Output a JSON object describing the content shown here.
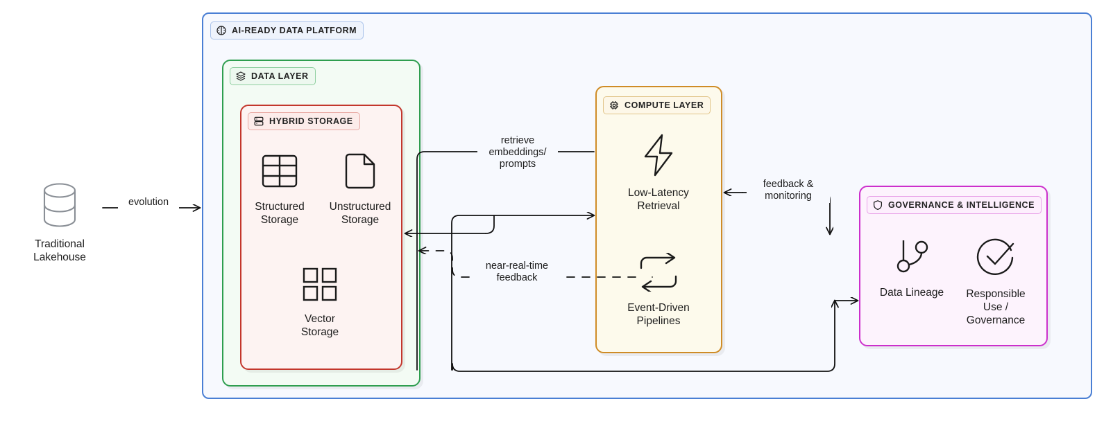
{
  "diagram": {
    "title": "AI-Ready Data Platform architecture",
    "colors": {
      "platform_border": "#4a7fd4",
      "data_layer_border": "#2e9e4f",
      "hybrid_border": "#c3362c",
      "compute_border": "#cf8c26",
      "governance_border": "#cc2fcc",
      "edge_stroke": "#111111"
    }
  },
  "source": {
    "label": "Traditional\nLakehouse",
    "icon": "database-cylinder-icon"
  },
  "platform": {
    "badge_label": "AI-READY DATA PLATFORM",
    "badge_icon": "brain-icon"
  },
  "data_layer": {
    "badge_label": "DATA LAYER",
    "badge_icon": "layers-icon"
  },
  "hybrid_storage": {
    "badge_label": "HYBRID STORAGE",
    "badge_icon": "server-stack-icon",
    "nodes": [
      {
        "label": "Structured\nStorage",
        "icon": "table-grid-icon"
      },
      {
        "label": "Unstructured\nStorage",
        "icon": "document-file-icon"
      },
      {
        "label": "Vector\nStorage",
        "icon": "four-squares-icon"
      }
    ]
  },
  "compute_layer": {
    "badge_label": "COMPUTE LAYER",
    "badge_icon": "cpu-chip-icon",
    "nodes": [
      {
        "label": "Low-Latency\nRetrieval",
        "icon": "lightning-bolt-icon"
      },
      {
        "label": "Event-Driven\nPipelines",
        "icon": "refresh-cycle-icon"
      }
    ]
  },
  "governance": {
    "badge_label": "GOVERNANCE & INTELLIGENCE",
    "badge_icon": "shield-icon",
    "nodes": [
      {
        "label": "Data Lineage",
        "icon": "lineage-graph-icon"
      },
      {
        "label": "Responsible\nUse /\nGovernance",
        "icon": "check-circle-icon"
      }
    ]
  },
  "edges": [
    {
      "id": "evolution",
      "label": "evolution",
      "style": "solid"
    },
    {
      "id": "retrieve",
      "label": "retrieve\nembeddings/\nprompts",
      "style": "solid"
    },
    {
      "id": "nearreal",
      "label": "near-real-time\nfeedback",
      "style": "dashed"
    },
    {
      "id": "feedback",
      "label": "feedback &\nmonitoring",
      "style": "solid"
    }
  ]
}
